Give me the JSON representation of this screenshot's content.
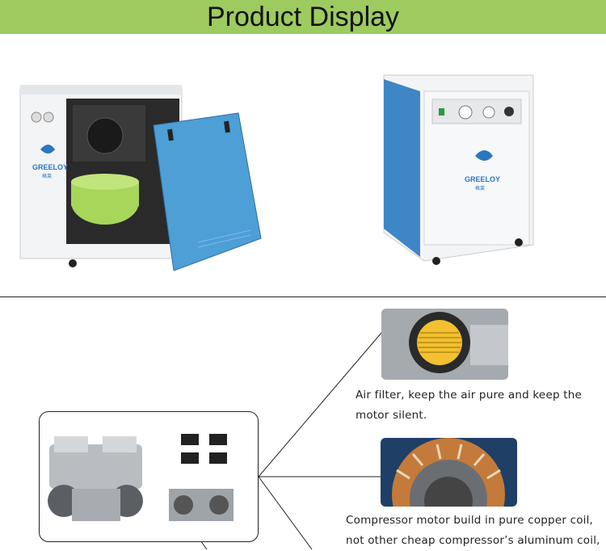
{
  "banner": {
    "title": "Product Display",
    "color": "#9dcb5f"
  },
  "photos": {
    "open_cabinet": {
      "brand": "GREELOY",
      "brand_sub": "格莱",
      "cabinet_color": "#f3f4f6",
      "door_color": "#4d9fd6",
      "tank_color": "#a7d65a"
    },
    "closed_cabinet": {
      "brand": "GREELOY",
      "brand_sub": "格莱",
      "side_color": "#3f86c6"
    }
  },
  "features": [
    {
      "caption_lines": [
        "Air filter, keep the air pure and keep the",
        "motor silent."
      ]
    },
    {
      "caption_lines": [
        "Compressor motor build in pure copper coil,",
        "not other cheap compressor’s aluminum coil,"
      ]
    }
  ]
}
